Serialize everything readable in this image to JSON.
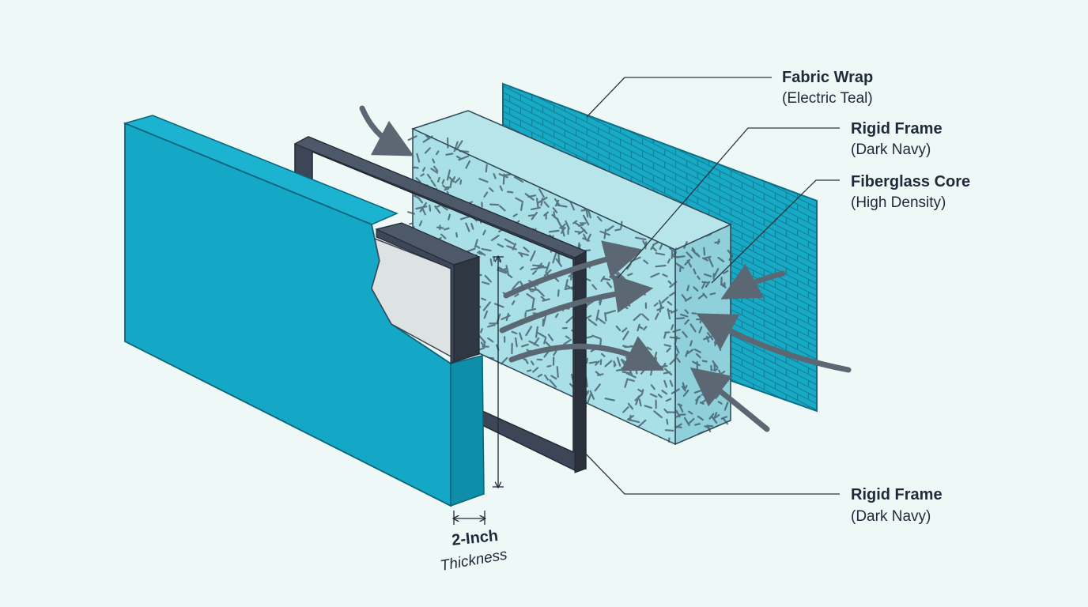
{
  "colors": {
    "background": "#eef8f6",
    "fabric_teal": "#15a8c6",
    "fabric_teal_dark": "#0f8ea9",
    "frame_navy": "#3c4656",
    "frame_navy_dark": "#2a313c",
    "core_fill": "#a9dfe6",
    "core_fiber": "#3f5563",
    "gray_insert": "#dde3e2",
    "arrow_gray": "#5b6873",
    "label_dark": "#1e2a3a",
    "leader_line": "#2b3440"
  },
  "labels": {
    "fabric_wrap": {
      "title": "Fabric Wrap",
      "sub": "(Electric Teal)"
    },
    "rigid_frame_top": {
      "title": "Rigid Frame",
      "sub": "(Dark Navy)"
    },
    "fiberglass_core": {
      "title": "Fiberglass Core",
      "sub": "(High Density)"
    },
    "rigid_frame_bottom": {
      "title": "Rigid Frame",
      "sub": "(Dark Navy)"
    }
  },
  "thickness": {
    "title": "2-Inch",
    "sub": "Thickness"
  },
  "icons": {
    "airflow": "curved-arrow-icon",
    "dimension": "double-arrow-icon"
  }
}
